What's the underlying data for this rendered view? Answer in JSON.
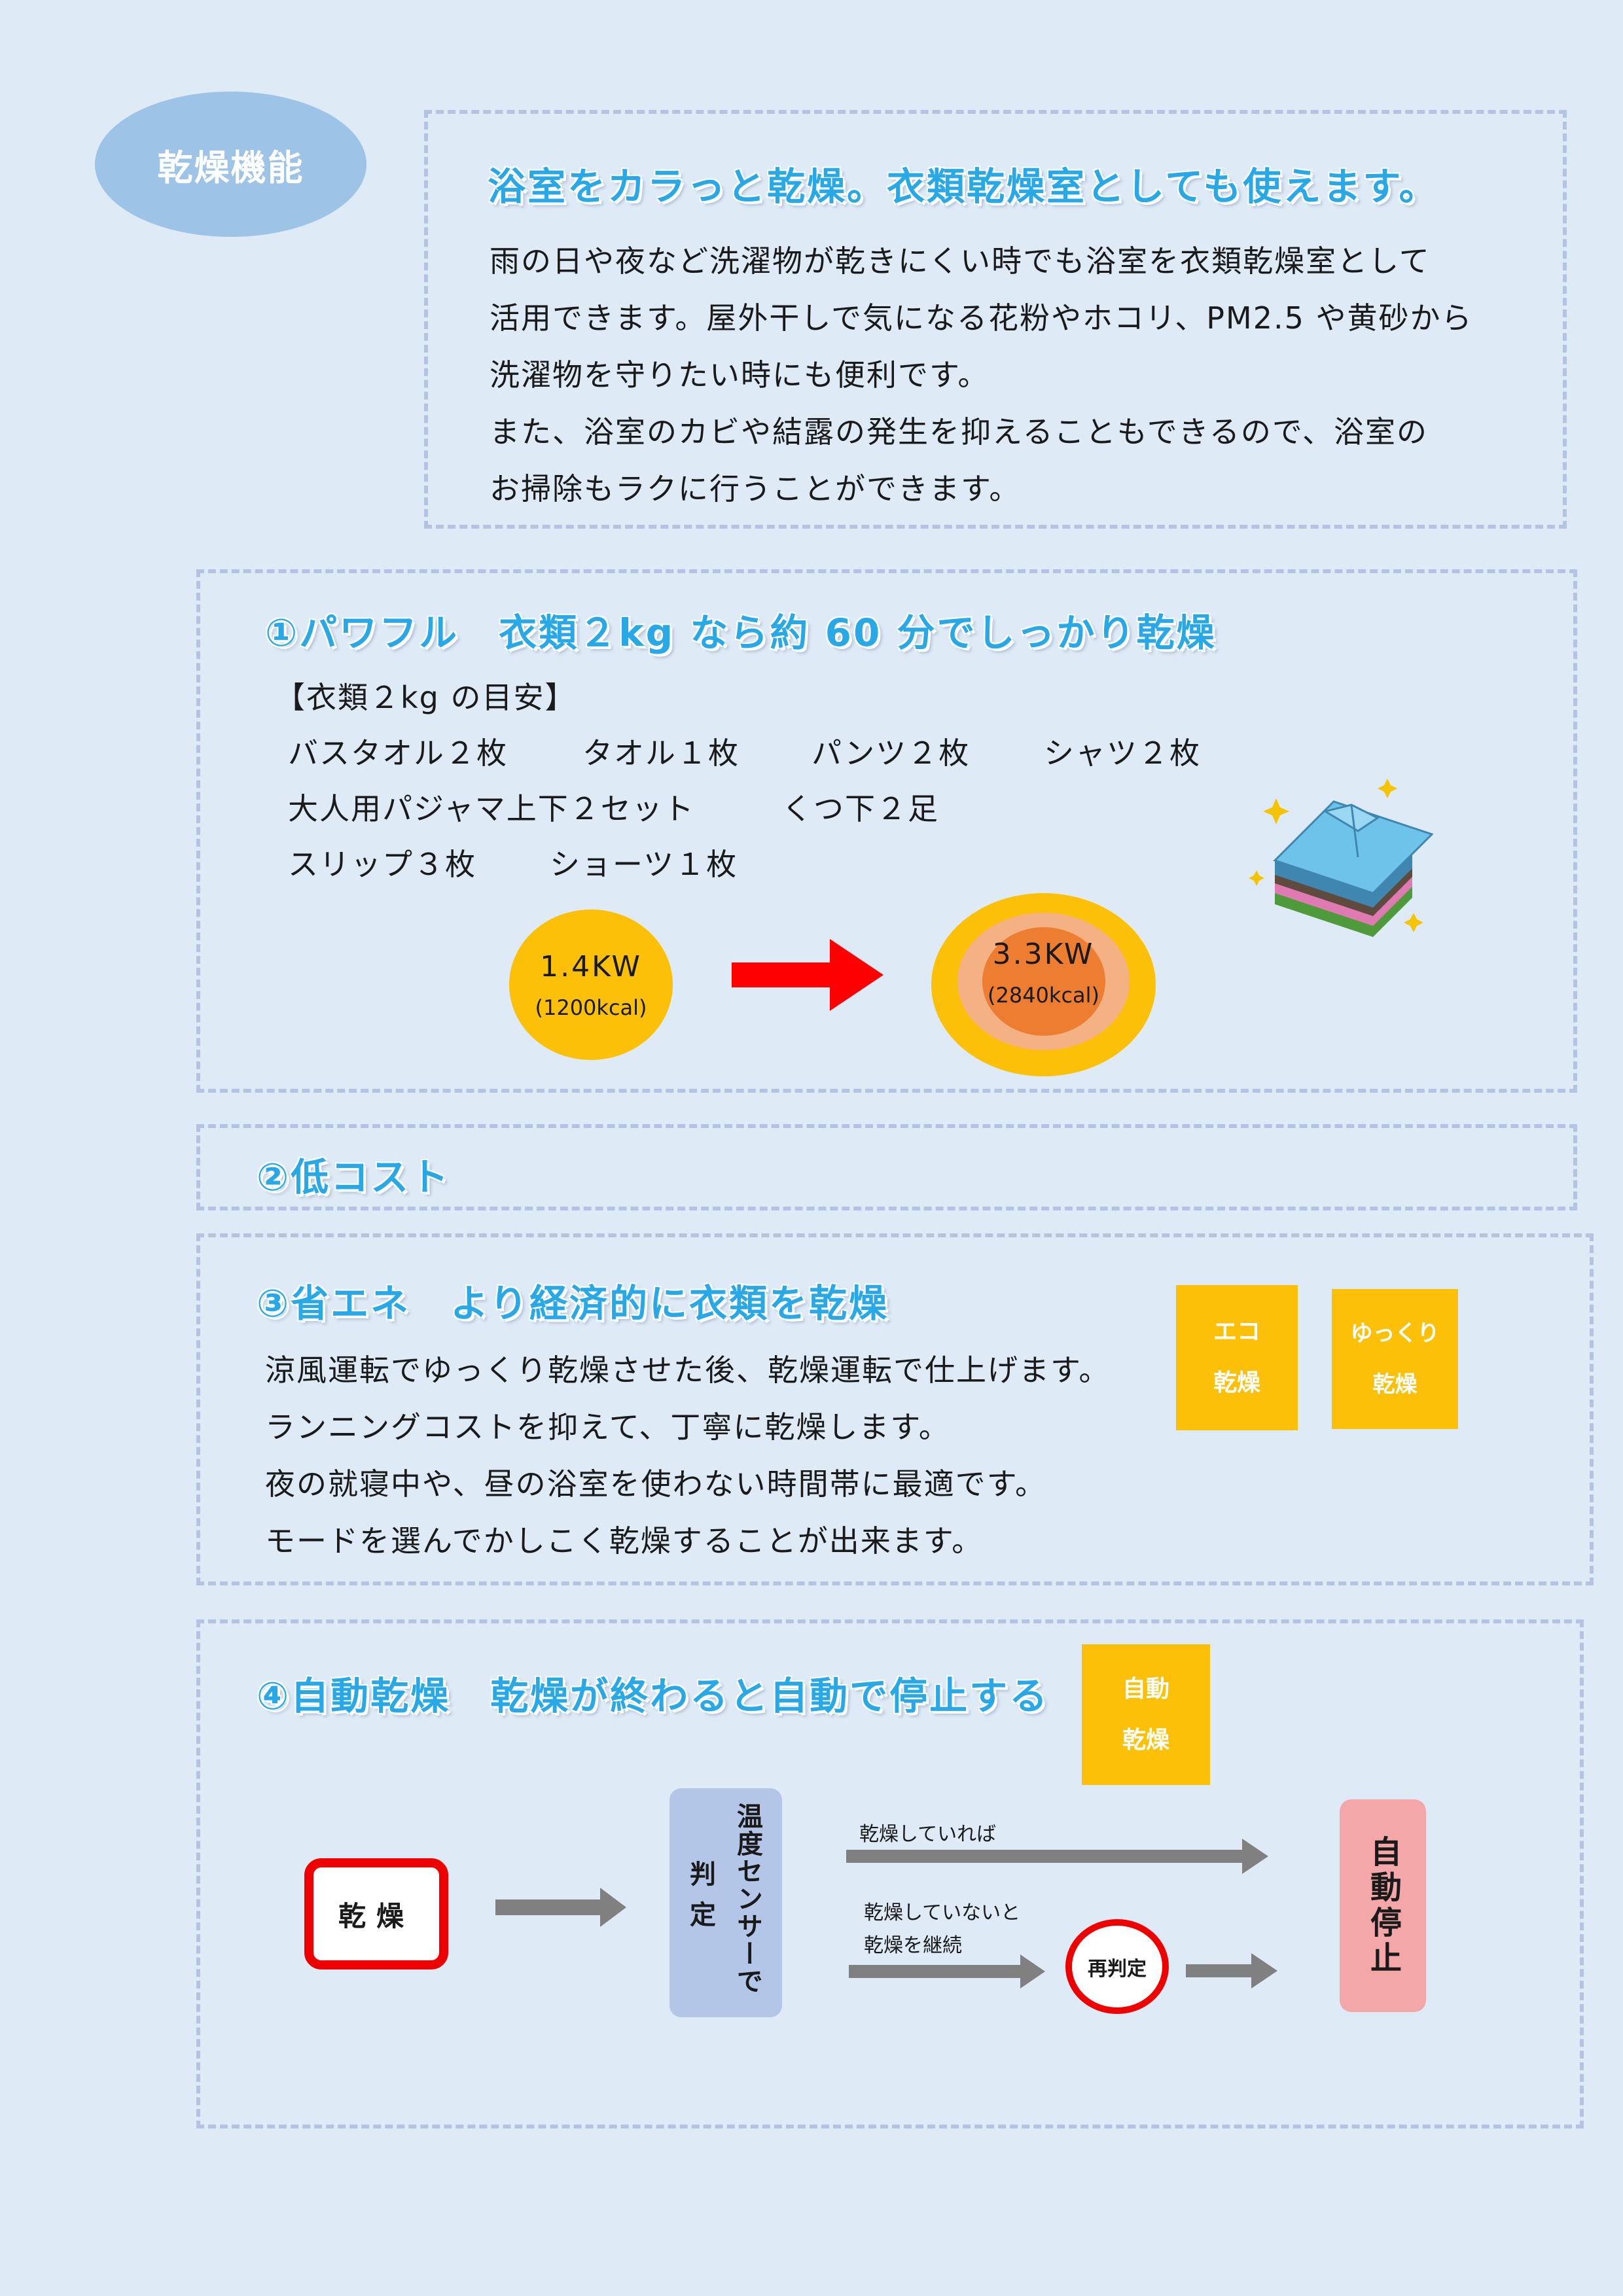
{
  "badge": {
    "label": "乾燥機能"
  },
  "intro": {
    "title": "浴室をカラっと乾燥。衣類乾燥室としても使えます。",
    "lines": [
      "雨の日や夜など洗濯物が乾きにくい時でも浴室を衣類乾燥室として",
      "活用できます。屋外干しで気になる花粉やホコリ、PM2.5 や黄砂から",
      "洗濯物を守りたい時にも便利です。",
      "また、浴室のカビや結露の発生を抑えることもできるので、浴室の",
      "お掃除もラクに行うことができます。"
    ]
  },
  "s1": {
    "title": "①パワフル　衣類２kg なら約 60 分でしっかり乾燥",
    "subtitle": "【衣類２kg の目安】",
    "row1": [
      "バスタオル２枚",
      "タオル１枚",
      "パンツ２枚",
      "シャツ２枚"
    ],
    "row2": [
      "大人用パジャマ上下２セット",
      "くつ下２足"
    ],
    "row3": [
      "スリップ３枚",
      "ショーツ１枚"
    ],
    "power_small": {
      "kw": "1.4KW",
      "kcal": "(1200kcal)"
    },
    "power_large": {
      "kw": "3.3KW",
      "kcal": "(2840kcal)"
    }
  },
  "s2": {
    "title": "②低コスト"
  },
  "s3": {
    "title": "③省エネ　より経済的に衣類を乾燥",
    "lines": [
      "涼風運転でゆっくり乾燥させた後、乾燥運転で仕上げます。",
      "ランニングコストを抑えて、丁寧に乾燥します。",
      "夜の就寝中や、昼の浴室を使わない時間帯に最適です。",
      "モードを選んでかしこく乾燥することが出来ます。"
    ],
    "btn_eco": [
      "エコ",
      "乾燥"
    ],
    "btn_slow": [
      "ゆっくり",
      "乾燥"
    ]
  },
  "s4": {
    "title": "④自動乾燥　乾燥が終わると自動で停止する",
    "btn_auto": [
      "自動",
      "乾燥"
    ],
    "start": "乾燥",
    "sensor_col1": "温度センサーで",
    "sensor_col2": "判定",
    "dry_label": "乾燥していれば",
    "notdry_line1": "乾燥していないと",
    "notdry_line2": "乾燥を継続",
    "recheck": "再判定",
    "stop": "自動停止"
  },
  "colors": {
    "background": "#deeaf6",
    "title_blue": "#29a8e8",
    "dash_border": "#b3c4e2",
    "button_yellow": "#fcc008",
    "arrow_red": "#ff0000",
    "arrow_gray": "#808080",
    "sensor_box": "#b4c6e7",
    "stop_box": "#f4a7a9"
  }
}
